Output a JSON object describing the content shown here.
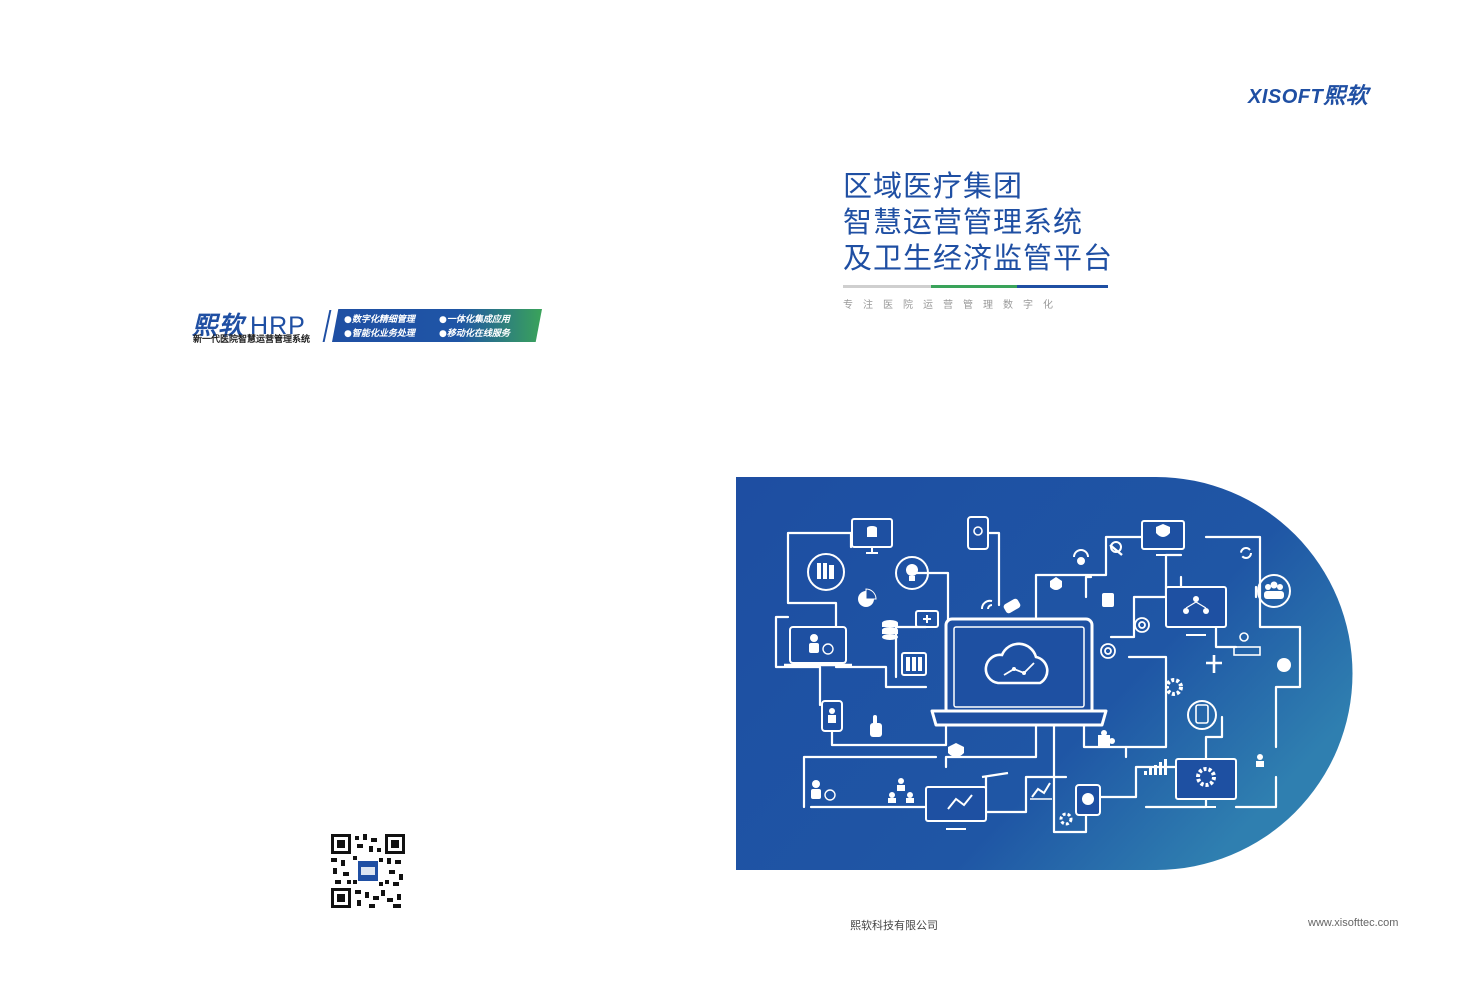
{
  "left_page": {
    "brand_cn": "熙软",
    "brand_en": "HRP",
    "brand_subtitle": "新一代医院智慧运营管理系统",
    "features": [
      "●数字化精细管理",
      "●一体化集成应用",
      "●智能化业务处理",
      "●移动化在线服务"
    ]
  },
  "right_page": {
    "logo_en": "XISOFT",
    "logo_cn": "熙软",
    "title_lines": [
      "区域医疗集团",
      "智慧运营管理系统",
      "及卫生经济监管平台"
    ],
    "slogan": "专注医院运营管理数字化",
    "company": "熙软科技有限公司",
    "website": "www.xisofttec.com"
  },
  "colors": {
    "brand_blue": "#1f4fa3",
    "accent_green": "#3aa35a",
    "rule_gray": "#cfcfcf",
    "panel_blue": "#1e50a2"
  },
  "icons": [
    "qr-code-icon",
    "laptop-cloud-icon",
    "database-icon",
    "monitor-icon",
    "phone-location-icon",
    "books-icon",
    "lightbulb-icon",
    "pie-chart-icon",
    "medical-kit-icon",
    "shield-icon",
    "people-icon",
    "gear-icon",
    "target-icon",
    "satellite-icon",
    "puzzle-icon",
    "line-chart-icon"
  ]
}
